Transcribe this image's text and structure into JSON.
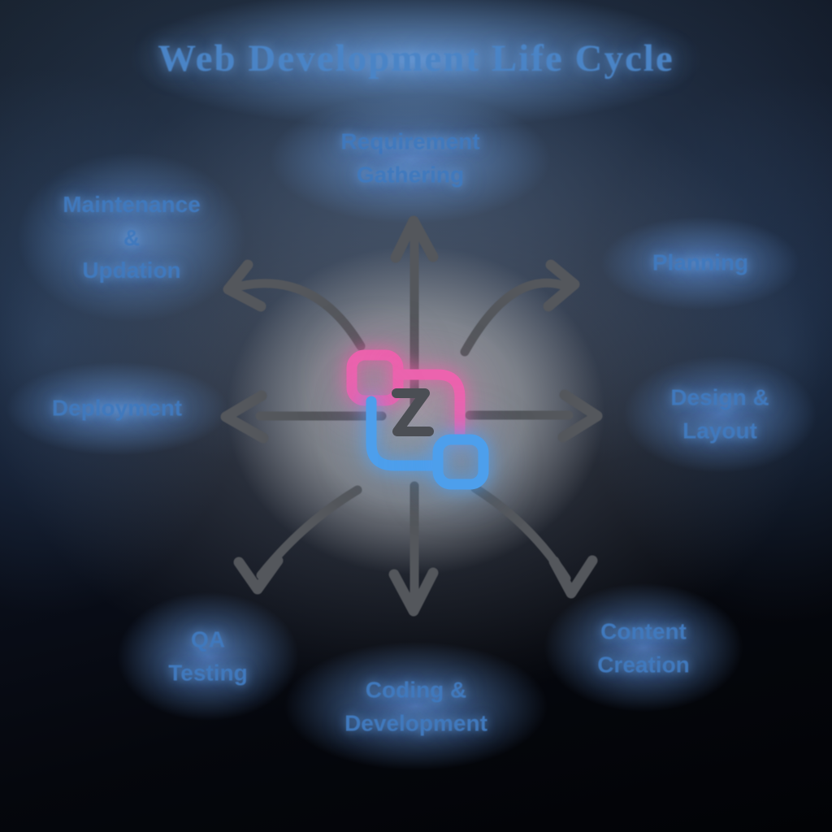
{
  "title": "Web Development Life Cycle",
  "center_icon": {
    "name": "workflow-connector-icon",
    "glyph": "Z"
  },
  "stages": [
    {
      "key": "requirement-gathering",
      "label": "Requirement\nGathering",
      "position": "top"
    },
    {
      "key": "planning",
      "label": "Planning",
      "position": "top-right"
    },
    {
      "key": "design-layout",
      "label": "Design &\nLayout",
      "position": "right"
    },
    {
      "key": "content-creation",
      "label": "Content\nCreation",
      "position": "bottom-right"
    },
    {
      "key": "coding-development",
      "label": "Coding &\nDevelopment",
      "position": "bottom"
    },
    {
      "key": "qa-testing",
      "label": "QA\nTesting",
      "position": "bottom-left"
    },
    {
      "key": "deployment",
      "label": "Deployment",
      "position": "left"
    },
    {
      "key": "maintenance-updation",
      "label": "Maintenance\n&\nUpdation",
      "position": "top-left"
    }
  ],
  "colors": {
    "label_text": "#4079bd",
    "label_glow": "#6f9bd0",
    "arrow_gray": "#54575c",
    "icon_pink": "#ec63ae",
    "icon_blue": "#4d9fec",
    "icon_z_gray": "#4b4e54",
    "background_dark": "#04060a",
    "center_glow_gray": "#97999d"
  }
}
